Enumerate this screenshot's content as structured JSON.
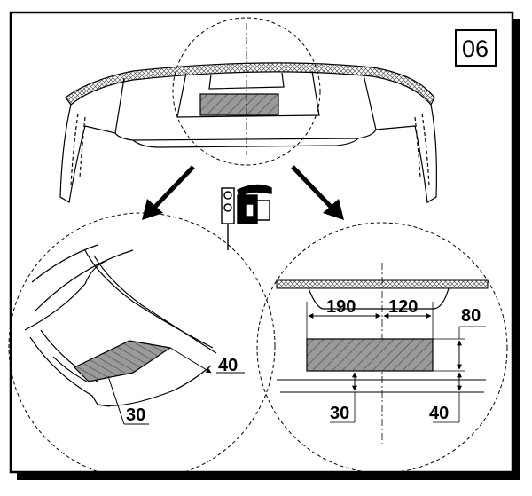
{
  "step": {
    "number": "06"
  },
  "left_detail": {
    "dimensions": {
      "offset_edge": "40",
      "offset_bottom": "30"
    }
  },
  "right_detail": {
    "dimensions": {
      "width_left": "190",
      "width_right": "120",
      "height": "80",
      "offset_bottom_left": "30",
      "offset_bottom_right": "40"
    }
  },
  "icons": [
    "pointing-arrow-left-icon",
    "pointing-arrow-right-icon",
    "applicator-tool-icon"
  ],
  "colors": {
    "ink": "#000000",
    "hatch_fill": "#9a9a9a",
    "frame_shadow": "#000000"
  }
}
